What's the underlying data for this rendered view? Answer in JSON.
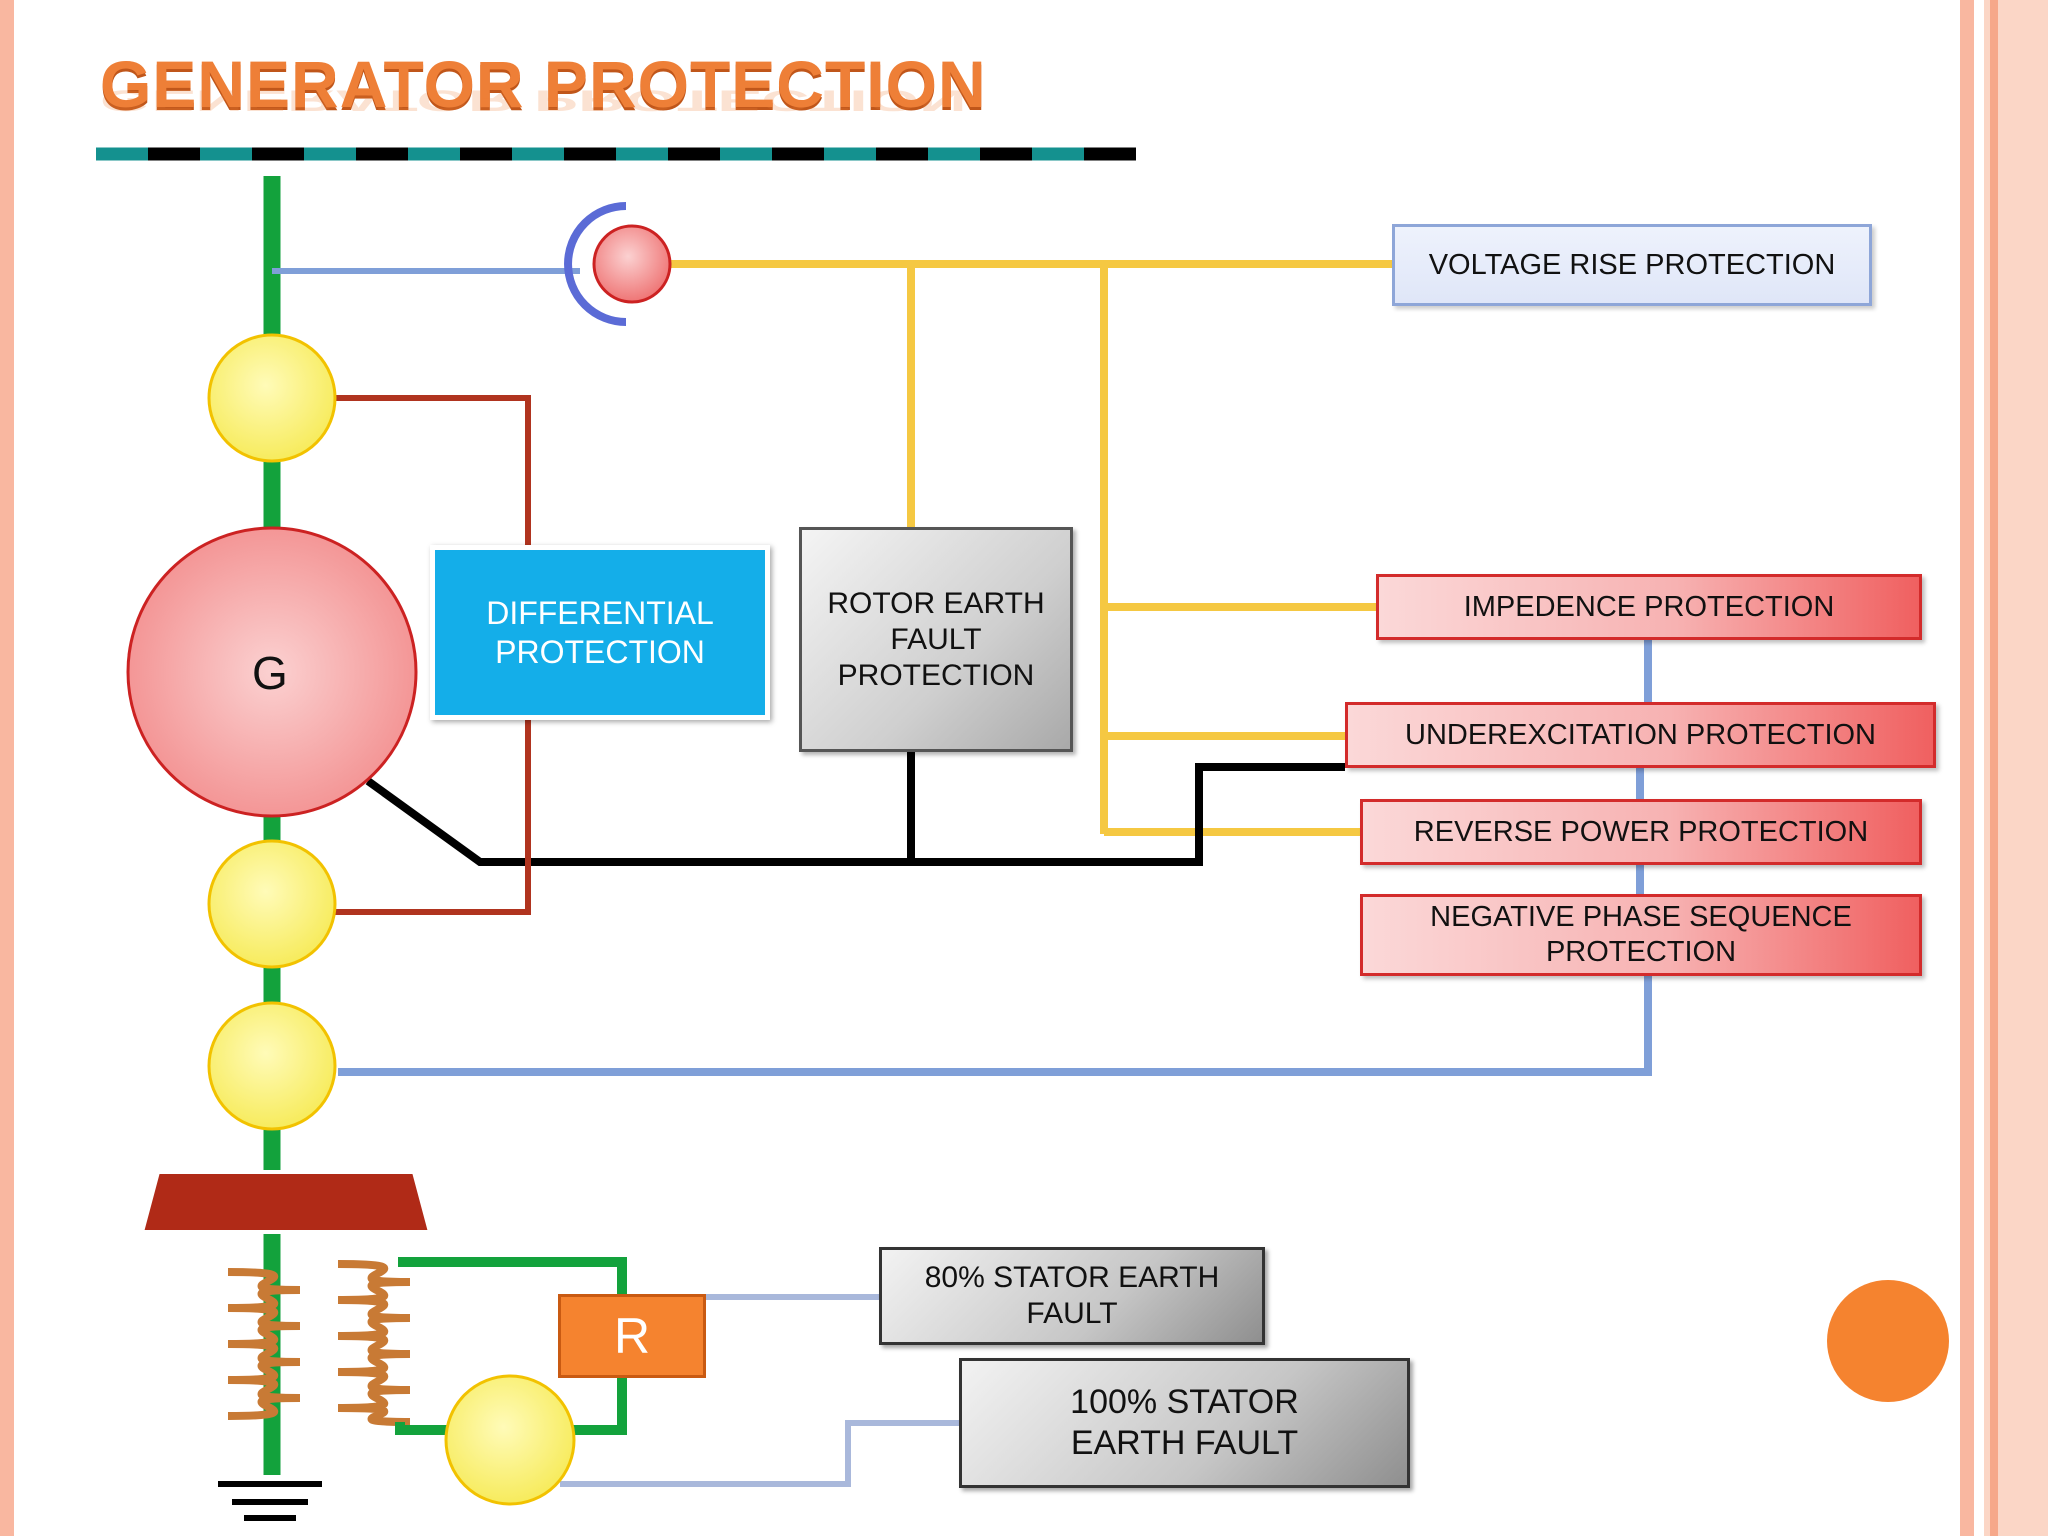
{
  "slide": {
    "title": "GENERATOR PROTECTION"
  },
  "generator": {
    "label": "G"
  },
  "resistor": {
    "label": "R"
  },
  "boxes": {
    "voltage_rise": "VOLTAGE RISE PROTECTION",
    "differential": "DIFFERENTIAL PROTECTION",
    "rotor_earth_fault": "ROTOR EARTH FAULT PROTECTION",
    "impedence": "IMPEDENCE PROTECTION",
    "underexcitation": "UNDEREXCITATION PROTECTION",
    "reverse_power": "REVERSE POWER PROTECTION",
    "negative_phase": "NEGATIVE PHASE SEQUENCE PROTECTION",
    "stator_80": "80% STATOR EARTH FAULT",
    "stator_100": "100% STATOR EARTH FAULT"
  },
  "colors": {
    "accent_orange": "#f5832f",
    "busbar_teal": "#14918f",
    "busbar_black": "#000000",
    "main_line_green": "#13a23c",
    "ct_yellow": "#fbf47c",
    "signal_yellow": "#f5c842",
    "signal_blue": "#7f9fd8",
    "diff_red": "#b0341f",
    "differential_blue": "#14aee9",
    "transformer_red": "#b02a17",
    "coil_brown": "#c87a35"
  }
}
